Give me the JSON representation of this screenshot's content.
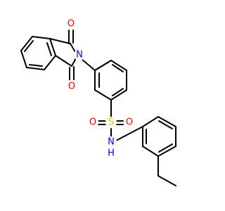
{
  "molecule": {
    "atoms": {
      "o_top": {
        "symbol": "O",
        "color": "#ff0000"
      },
      "n_imide": {
        "symbol": "N",
        "color": "#0000ff"
      },
      "o_bottom": {
        "symbol": "O",
        "color": "#ff0000"
      },
      "s": {
        "symbol": "S",
        "color": "#cccc00"
      },
      "o_s_left": {
        "symbol": "O",
        "color": "#ff0000"
      },
      "o_s_right": {
        "symbol": "O",
        "color": "#ff0000"
      },
      "nh_n": {
        "symbol": "N",
        "color": "#0000ff"
      },
      "nh_h": {
        "symbol": "H",
        "color": "#0000ff"
      }
    },
    "bond_color": "#000000"
  }
}
